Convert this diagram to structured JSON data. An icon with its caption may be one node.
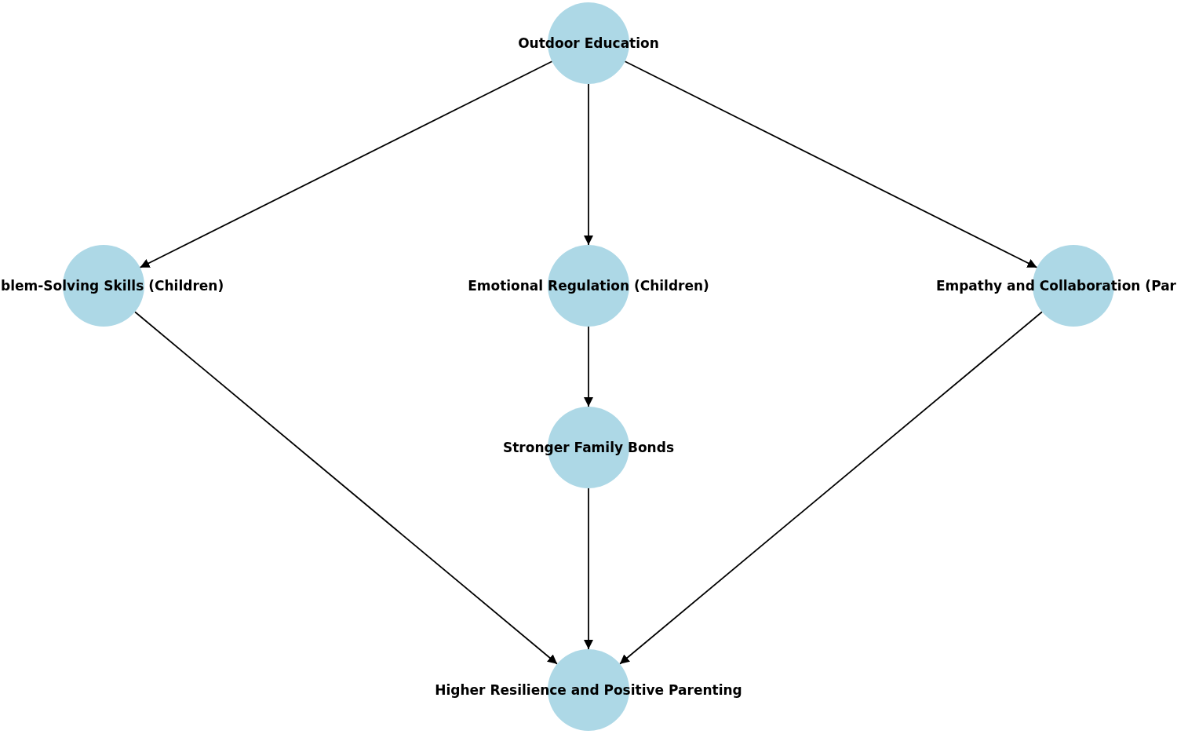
{
  "diagram": {
    "nodes": [
      {
        "text": [
          "Outdoor Education"
        ]
      },
      {
        "text": [
          "blem-Solving Skills (Children)"
        ]
      },
      {
        "text": [
          "Emotional Regulation (Children)"
        ]
      },
      {
        "text": [
          "Empathy and Collaboration (Par"
        ]
      },
      {
        "text": [
          "Stronger Family Bonds"
        ]
      },
      {
        "text": [
          "Higher Resilience and Positive Parenting"
        ]
      }
    ],
    "edges": [
      {
        "from": 0,
        "to": 1,
        "arrow": "to"
      },
      {
        "from": 0,
        "to": 2,
        "arrow": "to"
      },
      {
        "from": 0,
        "to": 3,
        "arrow": "to"
      },
      {
        "from": 2,
        "to": 4,
        "arrow": "to"
      },
      {
        "from": 1,
        "to": 5,
        "arrow": "to"
      },
      {
        "from": 4,
        "to": 5,
        "arrow": "to"
      },
      {
        "from": 3,
        "to": 5,
        "arrow": "to"
      }
    ]
  }
}
